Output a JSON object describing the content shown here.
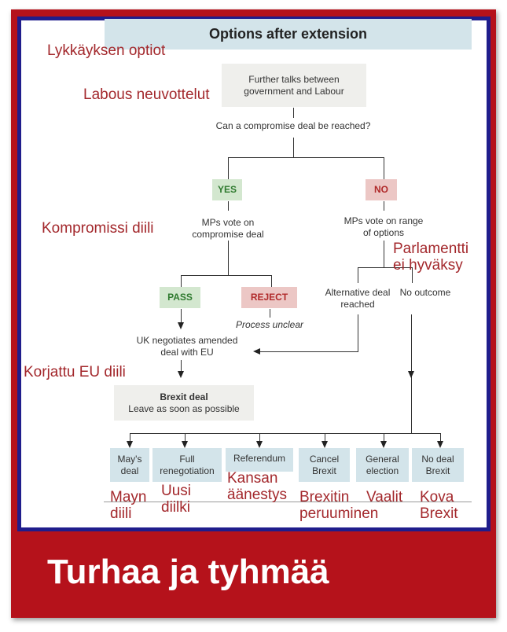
{
  "title": "Options after extension",
  "nodes": {
    "further_talks": "Further talks between government and Labour",
    "question": "Can a compromise deal be reached?",
    "yes": "YES",
    "no": "NO",
    "mps_compromise": "MPs vote on compromise deal",
    "mps_range": "MPs vote on range of options",
    "pass": "PASS",
    "reject": "REJECT",
    "process_unclear": "Process unclear",
    "alternative": "Alternative deal reached",
    "no_outcome": "No outcome",
    "uk_negotiates": "UK negotiates amended deal with EU",
    "brexit_deal_title": "Brexit deal",
    "brexit_deal_sub": "Leave as soon as possible"
  },
  "options": [
    "May's deal",
    "Full renegotiation",
    "Referendum",
    "Cancel Brexit",
    "General election",
    "No deal Brexit"
  ],
  "finnish": {
    "title": "Lykkäyksen optiot",
    "labour": "Labous neuvottelut",
    "compromise": "Kompromissi diili",
    "parliament": "Parlamentti ei hyväksy",
    "eu_deal": "Korjattu EU diili",
    "mays": "Mayn diili",
    "new": "Uusi diilki",
    "referendum": "Kansan äänestys",
    "cancel": "Brexitin peruuminen",
    "election": "Vaalit",
    "hard": "Kova Brexit"
  },
  "banner": "Turhaa ja tyhmää",
  "colors": {
    "frame": "#b5121b",
    "border": "#1f1d8c",
    "finnish_text": "#a3282c",
    "yes": "#d3e7cf",
    "no": "#ecc7c5",
    "option_bg": "#d3e4ea"
  }
}
